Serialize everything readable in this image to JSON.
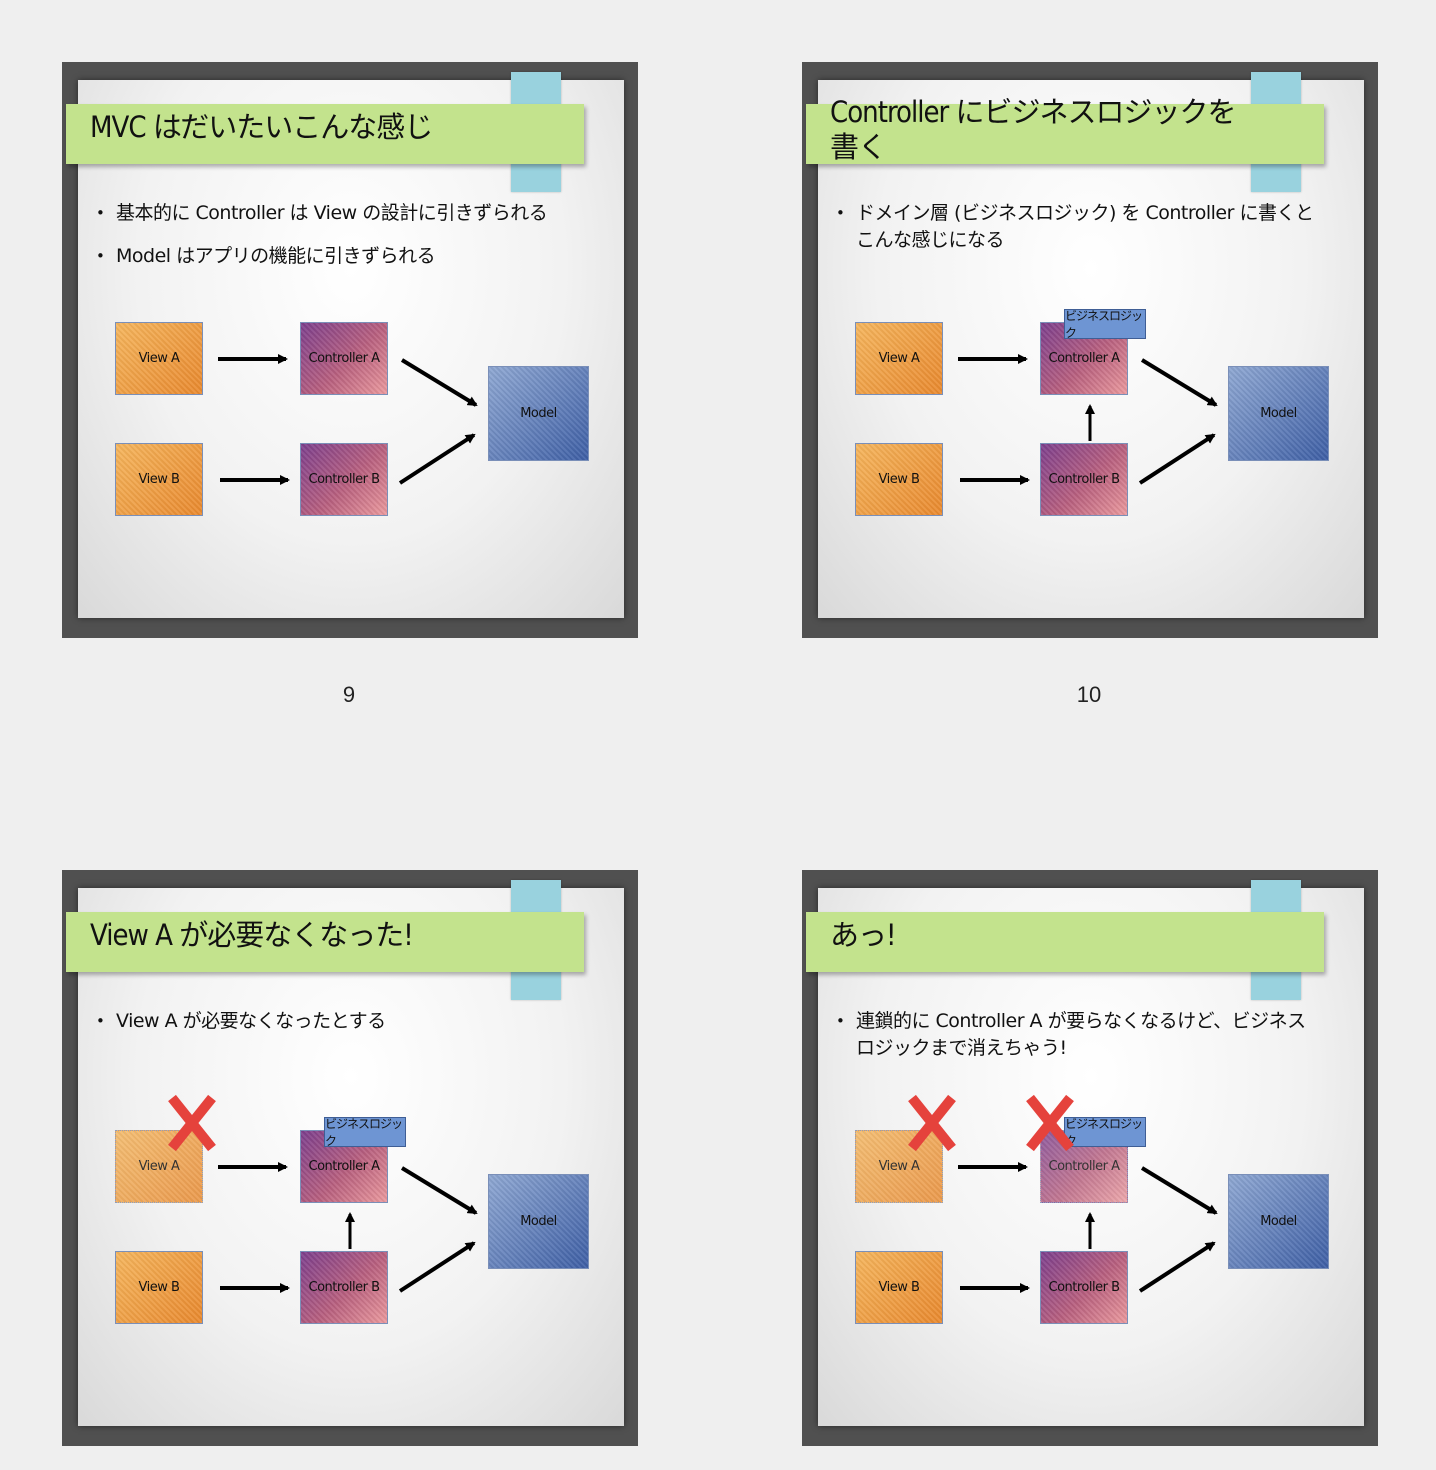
{
  "shared": {
    "view_a": "View A",
    "view_b": "View B",
    "controller_a": "Controller A",
    "controller_b": "Controller B",
    "model": "Model",
    "business_logic": "ビジネスロジック"
  },
  "slides": [
    {
      "number": "9",
      "title": "MVC はだいたいこんな感じ",
      "bullets": [
        "基本的に Controller は View の設計に引きずられる",
        "Model はアプリの機能に引きずられる"
      ]
    },
    {
      "number": "10",
      "title": "Controller にビジネスロジックを書く",
      "bullets": [
        "ドメイン層 (ビジネスロジック) を Controller に書くとこんな感じになる"
      ]
    },
    {
      "number": "",
      "title": "View A が必要なくなった!",
      "bullets": [
        "View A が必要なくなったとする"
      ]
    },
    {
      "number": "",
      "title": "あっ!",
      "bullets": [
        "連鎖的に Controller A が要らなくなるけど、ビジネスロジックまで消えちゃう!"
      ]
    }
  ],
  "colors": {
    "title_bar": "#c3e38d",
    "tab": "#99d2de",
    "view": "#ee9b3f",
    "controller": "#a8567f",
    "model": "#5a78b8",
    "logic_label": "#6e95d3",
    "cross": "#e5423c"
  }
}
